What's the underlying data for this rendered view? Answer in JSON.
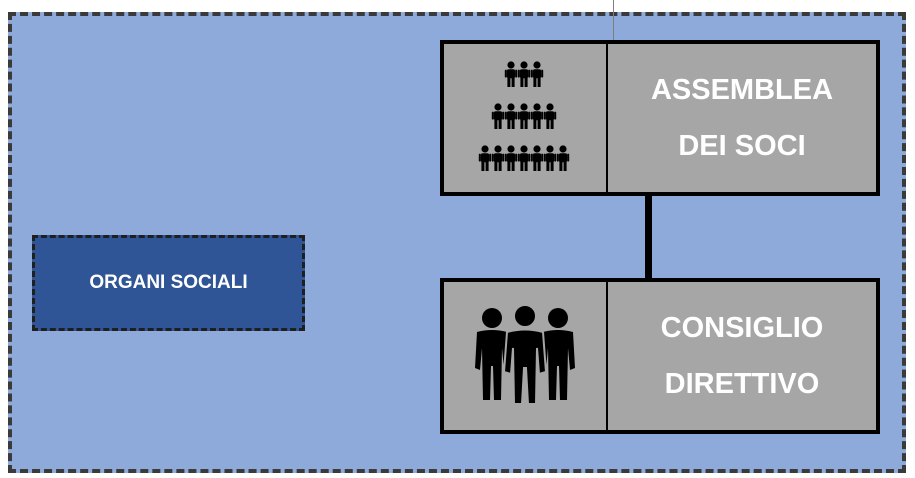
{
  "diagram": {
    "group_label": "ORGANI SOCIALI",
    "nodes": [
      {
        "id": "assemblea",
        "line1": "ASSEMBLEA",
        "line2": "DEI SOCI",
        "icon": "crowd-pyramid-icon"
      },
      {
        "id": "consiglio",
        "line1": "CONSIGLIO",
        "line2": "DIRETTIVO",
        "icon": "three-people-icon"
      }
    ],
    "edges": [
      {
        "from": "assemblea",
        "to": "consiglio"
      }
    ]
  },
  "colors": {
    "background": "#8eaadb",
    "group_fill": "#2f5597",
    "node_fill": "#a6a6a6",
    "text": "#ffffff",
    "stroke": "#000000"
  }
}
